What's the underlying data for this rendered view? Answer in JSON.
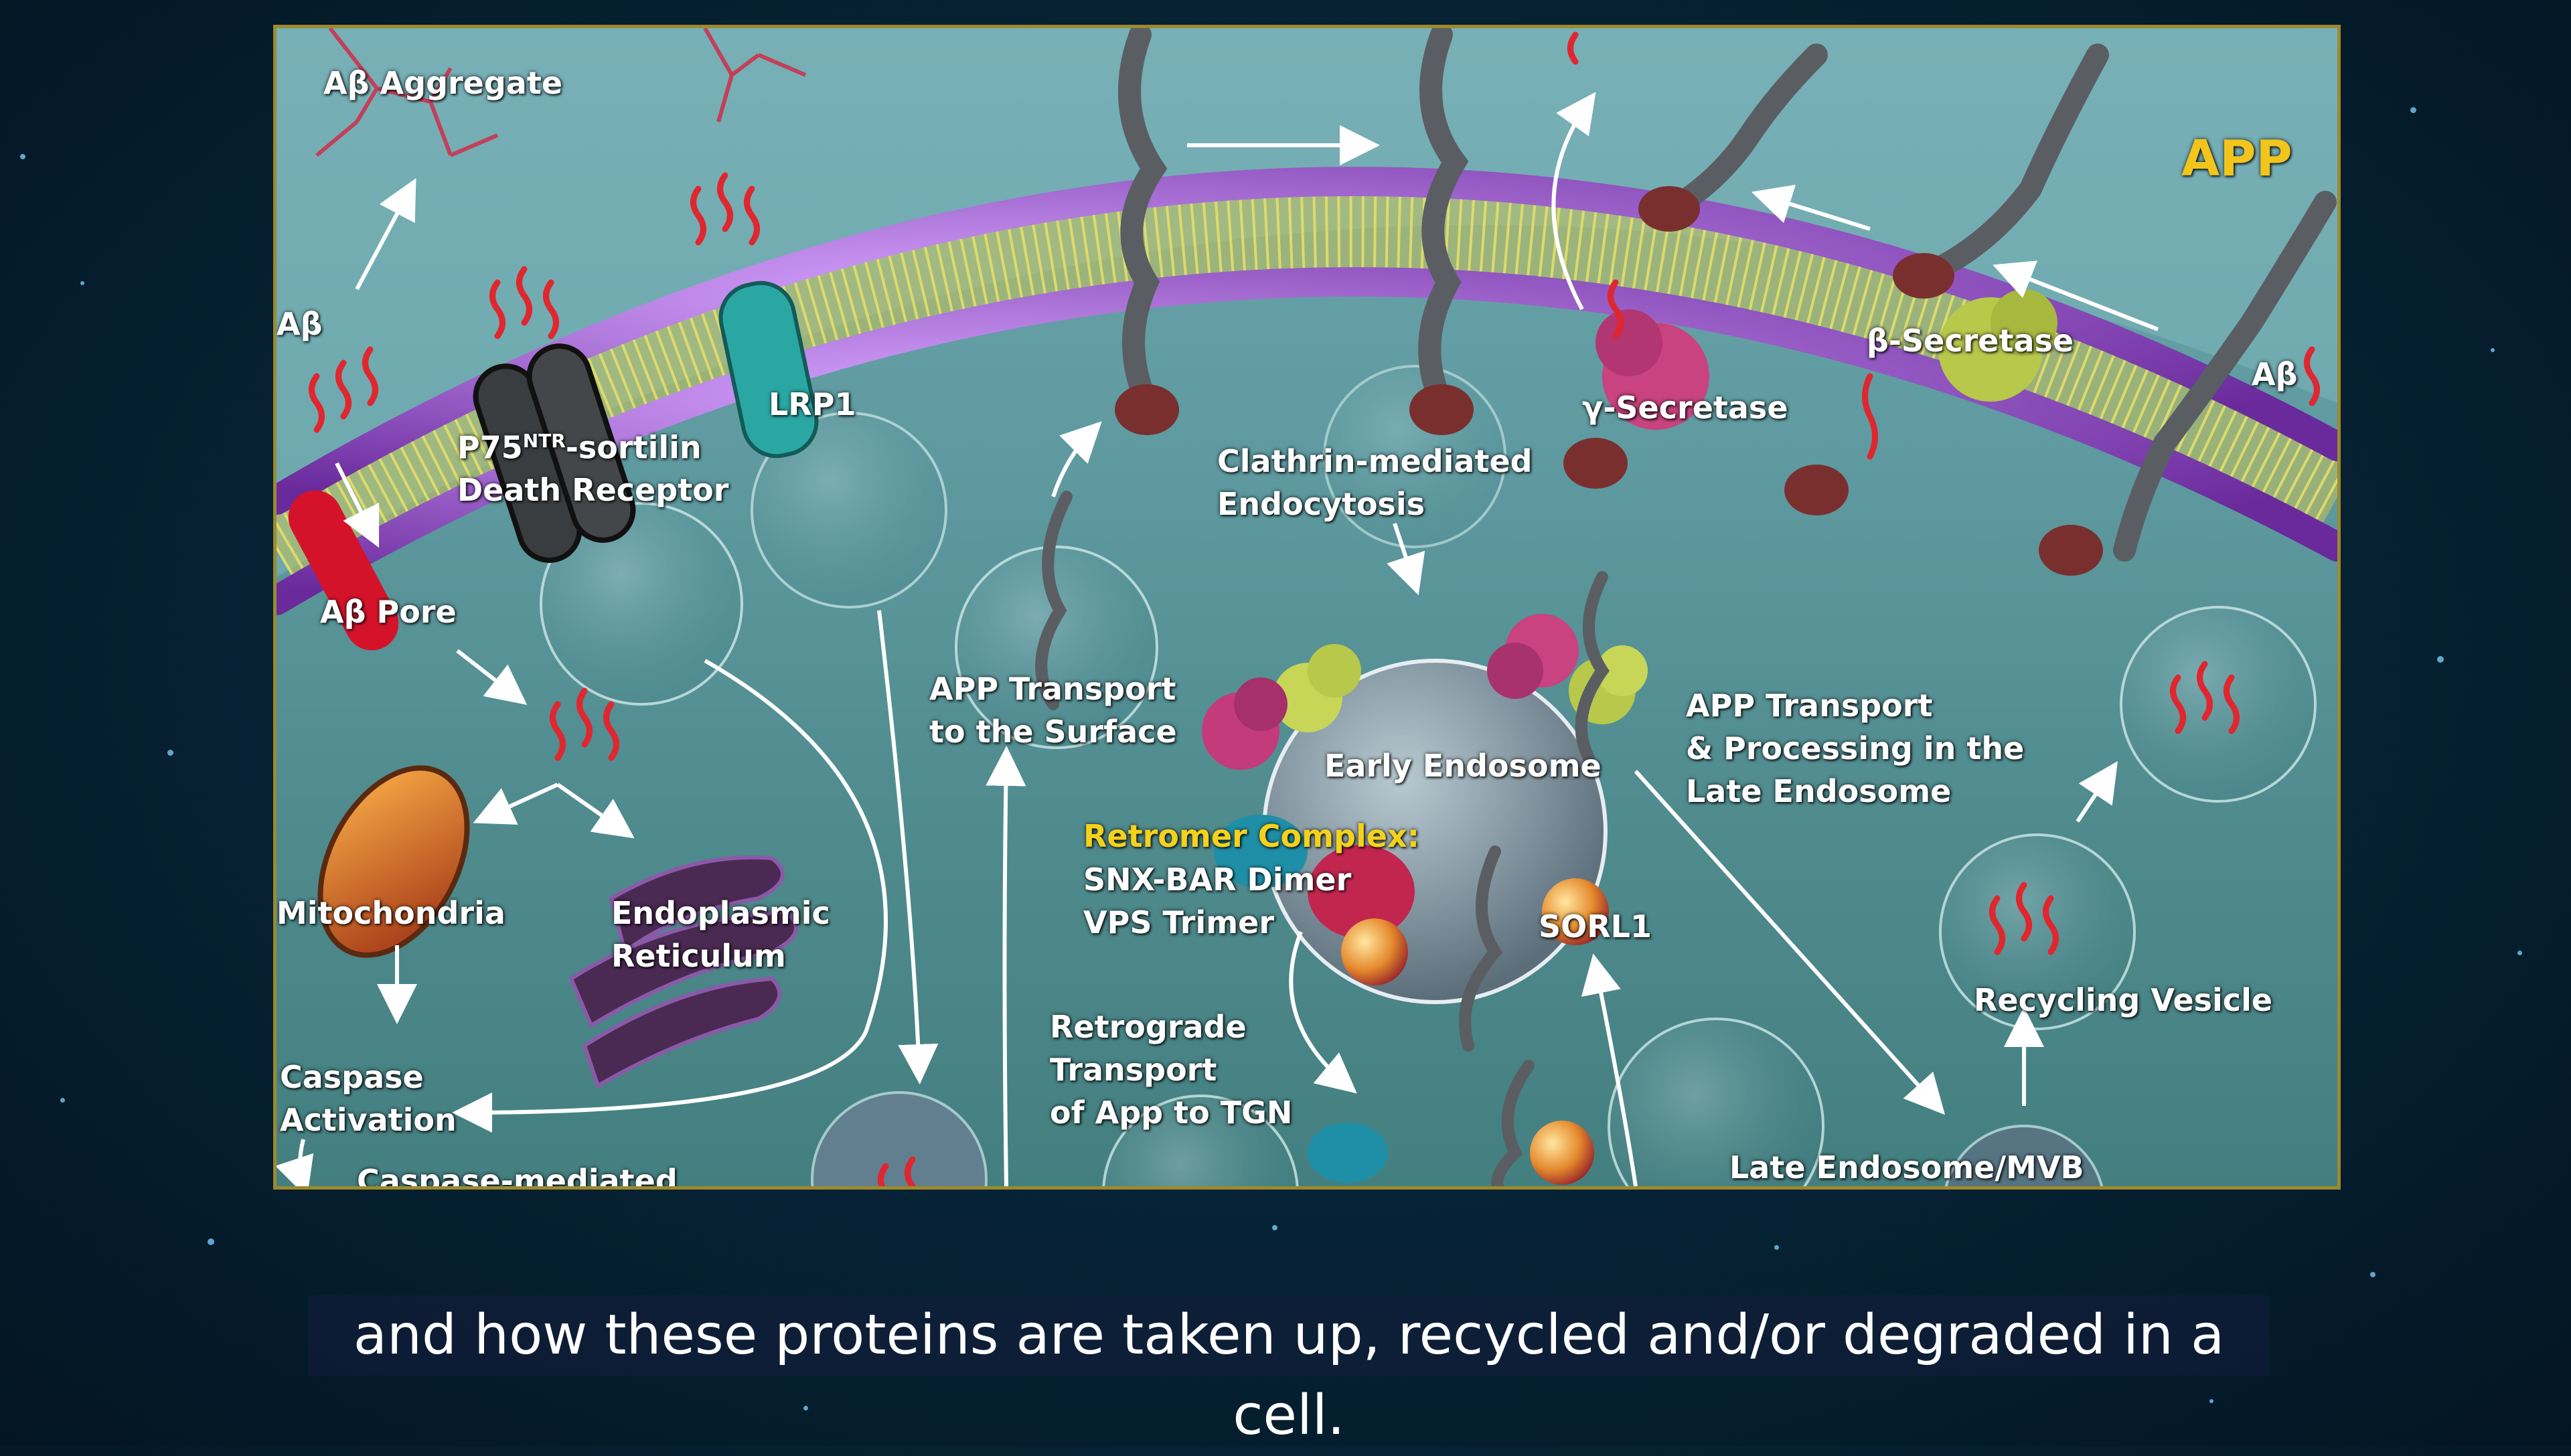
{
  "diagram": {
    "labels": {
      "abeta_aggregate": "Aβ Aggregate",
      "app": "APP",
      "abeta_left": "Aβ",
      "abeta_right": "Aβ",
      "p75_line1_pre": "P75",
      "p75_sup": "NTR",
      "p75_line1_post": "-sortilin",
      "p75_line2": "Death Receptor",
      "lrp1": "LRP1",
      "gamma_secretase": "γ-Secretase",
      "beta_secretase": "β-Secretase",
      "abeta_pore": "Aβ Pore",
      "clathrin": "Clathrin-mediated\nEndocytosis",
      "app_transport_surface": "APP Transport\nto the Surface",
      "early_endosome": "Early Endosome",
      "app_transport_late": "APP Transport\n& Processing in the\nLate Endosome",
      "mitochondria": "Mitochondria",
      "er": "Endoplasmic\nReticulum",
      "retromer_title": "Retromer Complex:",
      "retromer_items": "SNX-BAR Dimer\nVPS Trimer",
      "sorl1": "SORL1",
      "recycling_vesicle": "Recycling Vesicle",
      "caspase_activation": "Caspase\nActivation",
      "retrograde": "Retrograde\nTransport\nof App to  TGN",
      "caspase_mediated": "Caspase-mediated",
      "late_endosome": "Late Endosome/MVB"
    }
  },
  "subtitle": {
    "text": "and how these proteins are taken up, recycled and/or degraded in a cell."
  }
}
